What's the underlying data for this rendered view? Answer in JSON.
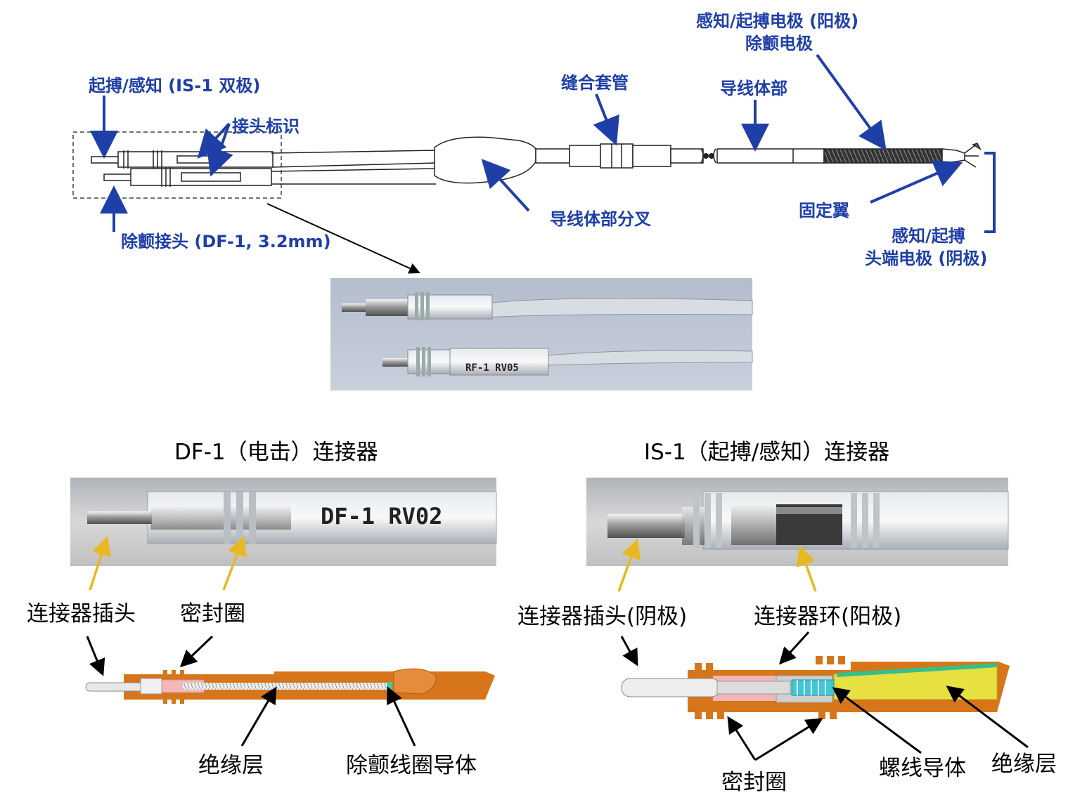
{
  "top_labels": {
    "pace_sense_is1": "起搏/感知 (IS-1 双极)",
    "connector_id": "接头标识",
    "defib_df1": "除颤接头 (DF-1, 3.2mm)",
    "suture_sleeve": "缝合套管",
    "lead_body": "导线体部",
    "ring_electrode_l1": "感知/起搏电极 (阳极)",
    "ring_electrode_l2": "除颤电极",
    "bifurcation": "导线体部分叉",
    "fixation_tines": "固定翼",
    "tip_electrode_l1": "感知/起搏",
    "tip_electrode_l2": "头端电极 (阴极)"
  },
  "photo_stamps": {
    "upper_photo_stamp": "RF-1 RV05",
    "df1_photo_stamp": "DF-1 RV02"
  },
  "df1_section": {
    "title": "DF-1（电击）连接器",
    "connector_pin": "连接器插头",
    "seal_ring": "密封圈",
    "insulation": "绝缘层",
    "defib_coil": "除颤线圈导体"
  },
  "is1_section": {
    "title": "IS-1（起搏/感知）连接器",
    "connector_pin": "连接器插头(阴极)",
    "connector_ring": "连接器环(阳极)",
    "seal_ring": "密封圈",
    "coil_conductor": "螺线导体",
    "insulation": "绝缘层"
  },
  "colors": {
    "label_blue": "#1f3fa8",
    "arrow_yellow": "#e8b820",
    "insulation_orange": "#d7751a",
    "coil_cyan": "#40c8d8",
    "core_yellow": "#e6e040"
  }
}
